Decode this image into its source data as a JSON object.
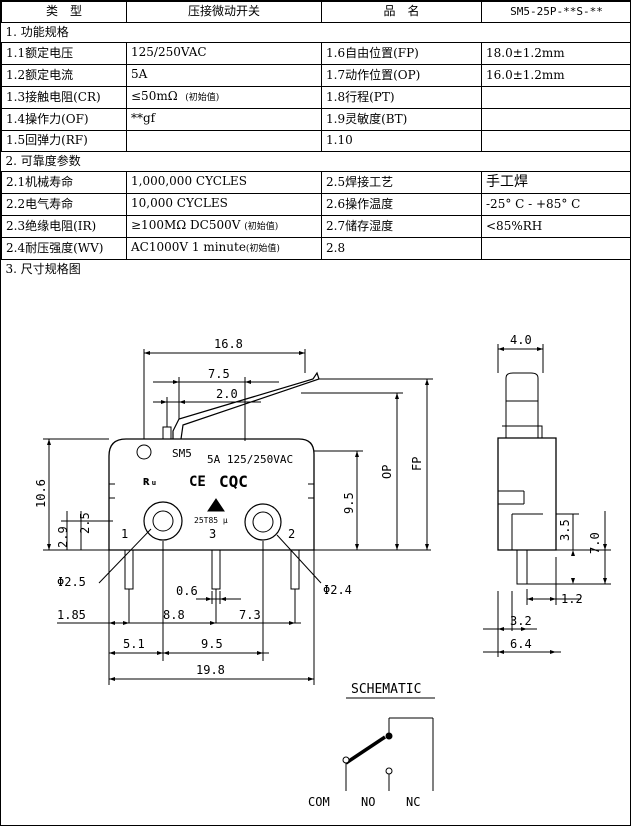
{
  "header": {
    "type_label": "类　型",
    "type_value": "压接微动开关",
    "name_label": "品　名",
    "name_value": "SM5-25P-**S-**"
  },
  "sections": {
    "functional": "1. 功能规格",
    "reliability": "2. 可靠度参数",
    "dimensions": "3. 尺寸规格图"
  },
  "functional_rows": [
    {
      "l_label": "1.1额定电压",
      "l_value": "125/250VAC",
      "l_note": "",
      "r_label": "1.6自由位置(FP)",
      "r_value": "18.0±1.2mm"
    },
    {
      "l_label": "1.2额定电流",
      "l_value": "5A",
      "l_note": "",
      "r_label": "1.7动作位置(OP)",
      "r_value": "16.0±1.2mm"
    },
    {
      "l_label": "1.3接触电阻(CR)",
      "l_value": "≤50mΩ",
      "l_note": "(初始值)",
      "r_label": "1.8行程(PT)",
      "r_value": ""
    },
    {
      "l_label": "1.4操作力(OF)",
      "l_value": "**gf",
      "l_note": "",
      "r_label": "1.9灵敏度(BT)",
      "r_value": ""
    },
    {
      "l_label": "1.5回弹力(RF)",
      "l_value": "",
      "l_note": "",
      "r_label": "1.10",
      "r_value": ""
    }
  ],
  "reliability_rows": [
    {
      "l_label": "2.1机械寿命",
      "l_value": "1,000,000 CYCLES",
      "l_note": "",
      "r_label": "2.5焊接工艺",
      "r_value": "手工焊"
    },
    {
      "l_label": "2.2电气寿命",
      "l_value": "10,000  CYCLES",
      "l_note": "",
      "r_label": "2.6操作温度",
      "r_value": "-25° C - +85° C"
    },
    {
      "l_label": "2.3绝缘电阻(IR)",
      "l_value": "≥100MΩ DC500V",
      "l_note": "(初始值)",
      "r_label": "2.7储存湿度",
      "r_value": "<85%RH"
    },
    {
      "l_label": "2.4耐压强度(WV)",
      "l_value": "AC1000V 1 minute",
      "l_note": "(初始值)",
      "r_label": "2.8",
      "r_value": ""
    }
  ],
  "drawing": {
    "dims": {
      "overall_width": "16.8",
      "lever_pivot": "7.5",
      "lever_offset": "2.0",
      "body_height": "10.6",
      "pin_height_a": "2.9",
      "pin_height_b": "2.5",
      "hole_left": "Φ2.5",
      "hole_right": "Φ2.4",
      "pin_width": "0.6",
      "edge_to_pin": "1.85",
      "pin_pitch": "8.8",
      "pin_offset": "7.3",
      "mount_edge": "5.1",
      "hole_pitch": "9.5",
      "body_length": "19.8",
      "mount_height": "9.5",
      "op_label": "OP",
      "fp_label": "FP",
      "side_top": "4.0",
      "side_3_5": "3.5",
      "side_7_0": "7.0",
      "side_1_2": "1.2",
      "side_3_2": "3.2",
      "side_6_4": "6.4"
    },
    "body_labels": {
      "model": "SM5",
      "rating": "5A  125/250VAC",
      "ce": "CE",
      "cqc": "CQC",
      "cert_no": "25T85 μ",
      "ul": "ʀᵤ"
    },
    "pins": [
      "1",
      "3",
      "2"
    ],
    "schematic": {
      "title": "SCHEMATIC",
      "com": "COM",
      "no": "NO",
      "nc": "NC"
    }
  }
}
